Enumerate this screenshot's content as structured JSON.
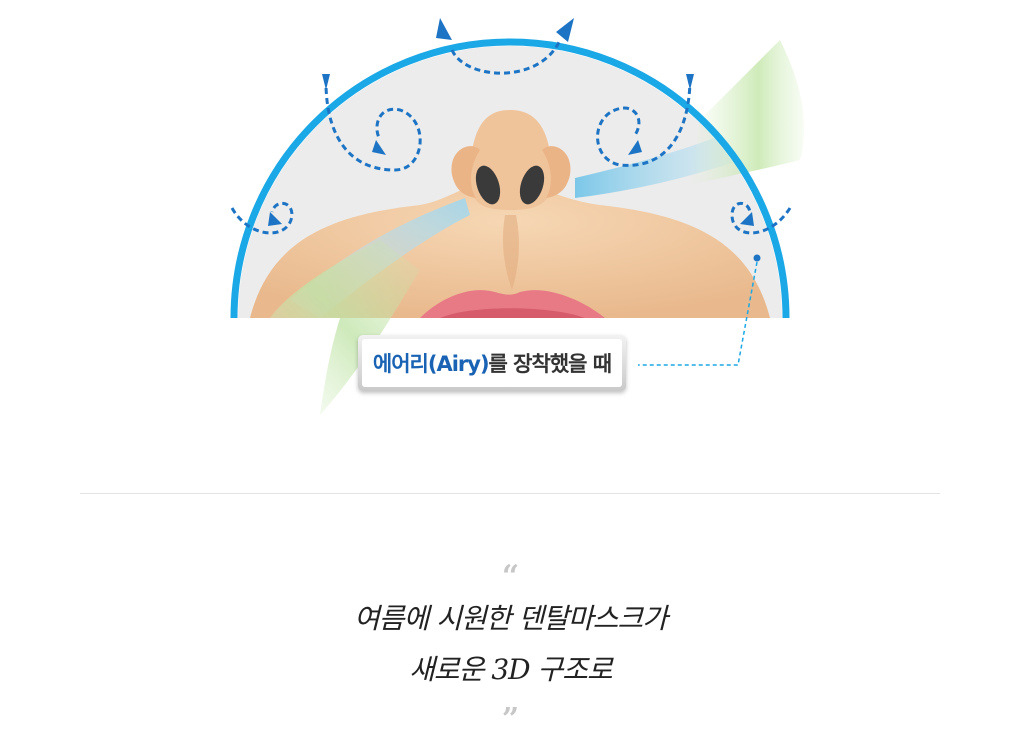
{
  "illustration": {
    "caption_brand": "에어리(Airy)",
    "caption_rest": "를 장착했을 때",
    "colors": {
      "dome_outline": "#1aa8e6",
      "dome_fill": "#ececec",
      "flow_arrows": "#1d74c4",
      "skin": "#f0c9a0",
      "lips": "#e87a86",
      "green_airflow": "#bfe3a6",
      "blue_airflow": "#8fd0ec"
    }
  },
  "quote": {
    "open_mark": "“",
    "line1": "여름에 시원한 덴탈마스크가",
    "line2": "새로운 3D 구조로",
    "close_mark": "”"
  }
}
